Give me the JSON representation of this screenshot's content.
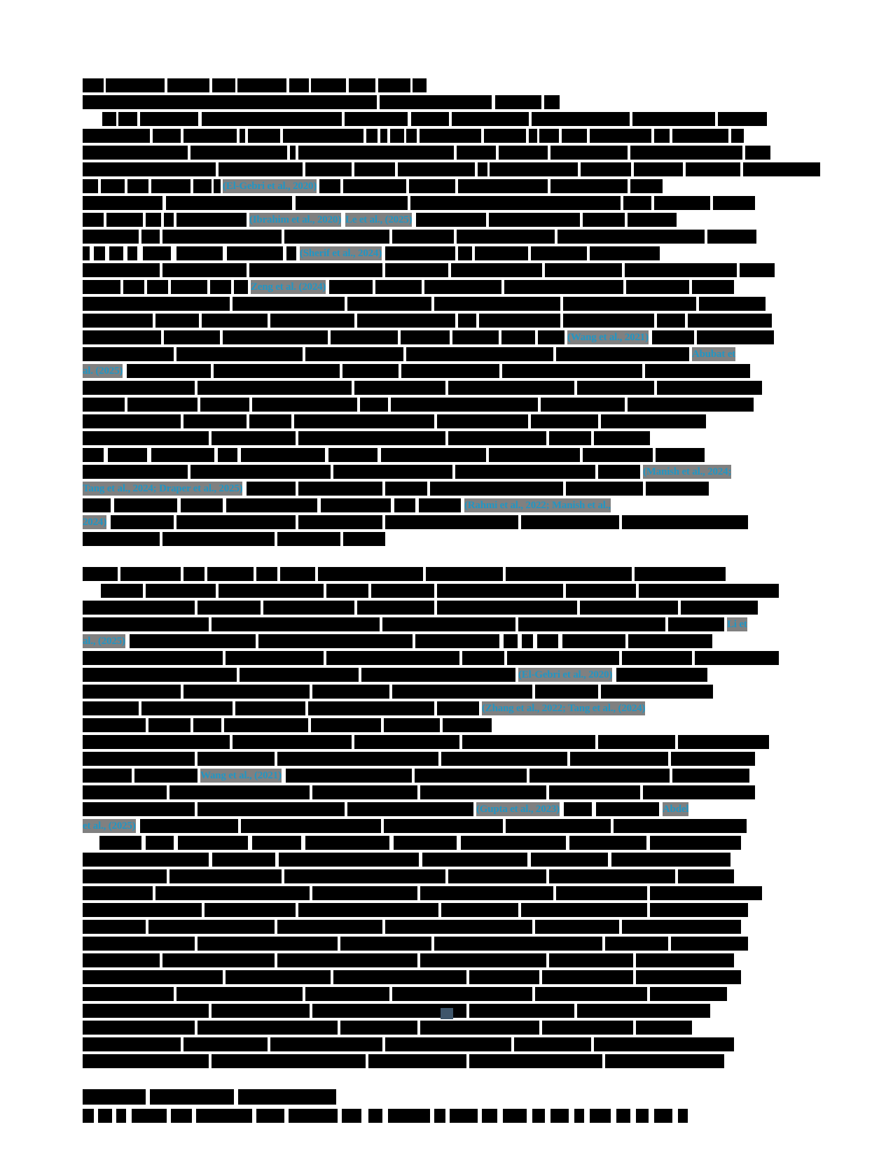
{
  "document": {
    "type": "redacted-academic-paper-page",
    "page_number": "14",
    "link_color": "#2196c4",
    "redaction_color": "#000000",
    "background_color": "#ffffff",
    "page_number_color": "#3f566b"
  },
  "citations": [
    {
      "id": "c1",
      "text": "(El-Gebri et al., 2020)"
    },
    {
      "id": "c2",
      "text": "(Ibrahim et al., 2020)"
    },
    {
      "id": "c3",
      "text": "Le et al., (2025)"
    },
    {
      "id": "c4",
      "text": "(Sherif et al., 2024)"
    },
    {
      "id": "c5",
      "text": "Zeng et al. (2024)"
    },
    {
      "id": "c6",
      "text": "(Wang et al., 2021)"
    },
    {
      "id": "c7",
      "text": "Abubat et"
    },
    {
      "id": "c8",
      "text": "al. (2025)"
    },
    {
      "id": "c9",
      "text": "(Manish et al., 2024;"
    },
    {
      "id": "c10",
      "text": "Tang et al., 2024; Draper et al., 2025)"
    },
    {
      "id": "c11",
      "text": "(Rahmi et al., 2022; Manish et al.,"
    },
    {
      "id": "c12",
      "text": "2024)"
    },
    {
      "id": "c13",
      "text": "Li et"
    },
    {
      "id": "c14",
      "text": "al., (2025)"
    },
    {
      "id": "c15",
      "text": "(El-Gebri et al., 2020)"
    },
    {
      "id": "c16",
      "text": "(Zhang et al., 2022; Tang et al., (2024)"
    },
    {
      "id": "c17",
      "text": "Wang et al., (2021)"
    },
    {
      "id": "c18",
      "text": "(Gupta et al., 2023)"
    },
    {
      "id": "c19",
      "text": "Abdel"
    },
    {
      "id": "c20",
      "text": "et al., (2025)"
    }
  ],
  "sections": {
    "heading_present": true
  }
}
